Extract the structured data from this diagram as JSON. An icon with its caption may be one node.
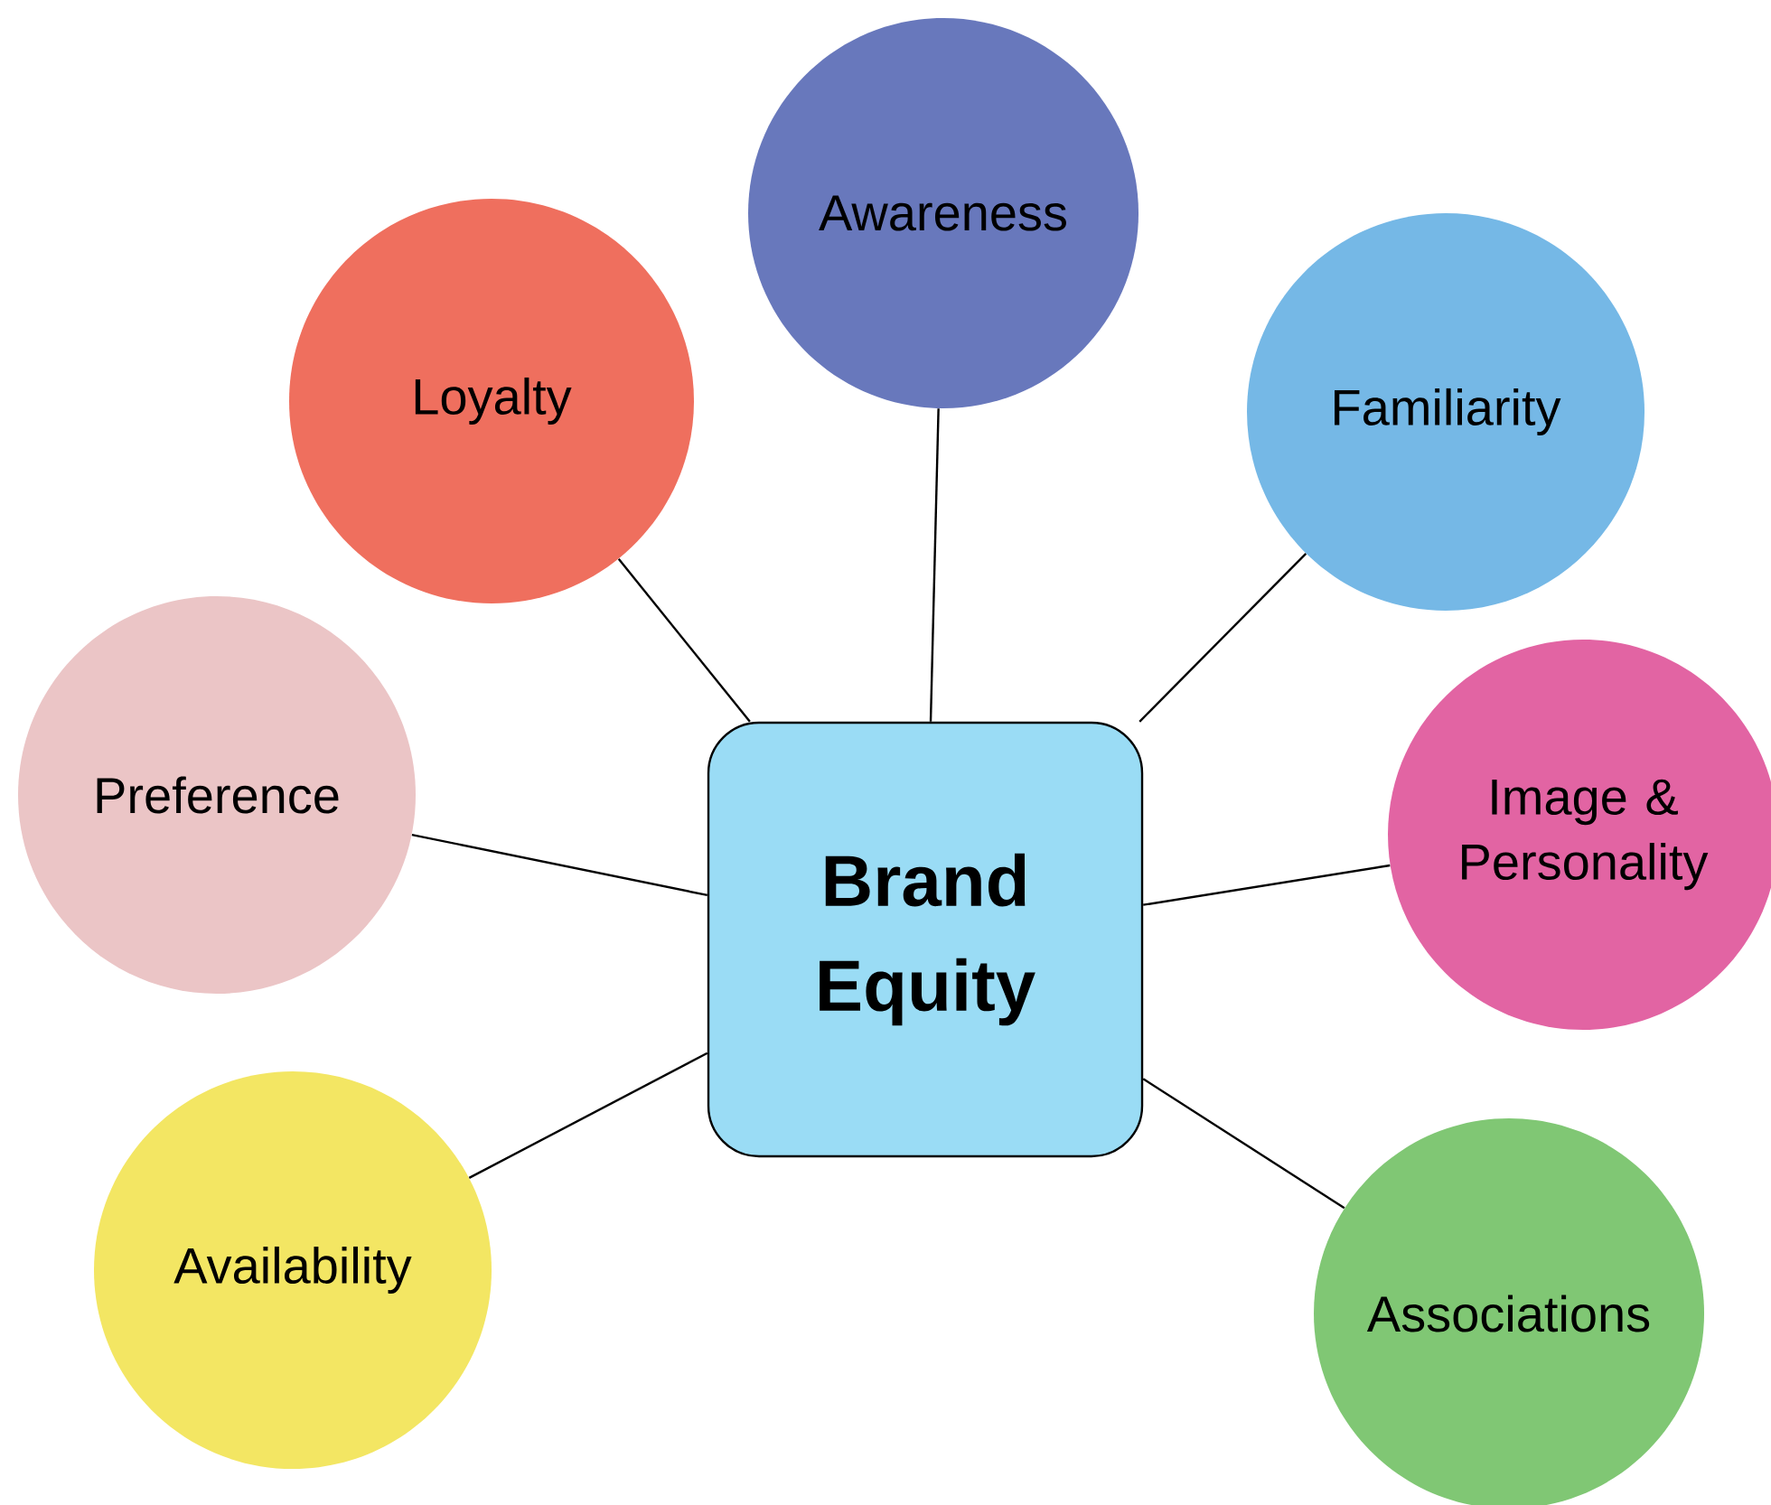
{
  "diagram": {
    "nodes": [
      {
        "text": [
          "Brand Equity"
        ]
      },
      {
        "text": [
          "Awareness"
        ]
      },
      {
        "text": [
          "Loyalty"
        ]
      },
      {
        "text": [
          "Familiarity"
        ]
      },
      {
        "text": [
          "Preference"
        ]
      },
      {
        "text": [
          "Image & Personality"
        ]
      },
      {
        "text": [
          "Availability"
        ]
      },
      {
        "text": [
          "Associations"
        ]
      }
    ],
    "edges": [
      {
        "from": 0,
        "to": 1,
        "arrow": "none"
      },
      {
        "from": 0,
        "to": 2,
        "arrow": "none"
      },
      {
        "from": 0,
        "to": 3,
        "arrow": "none"
      },
      {
        "from": 0,
        "to": 4,
        "arrow": "none"
      },
      {
        "from": 0,
        "to": 5,
        "arrow": "none"
      },
      {
        "from": 0,
        "to": 6,
        "arrow": "none"
      },
      {
        "from": 0,
        "to": 7,
        "arrow": "none"
      }
    ]
  }
}
